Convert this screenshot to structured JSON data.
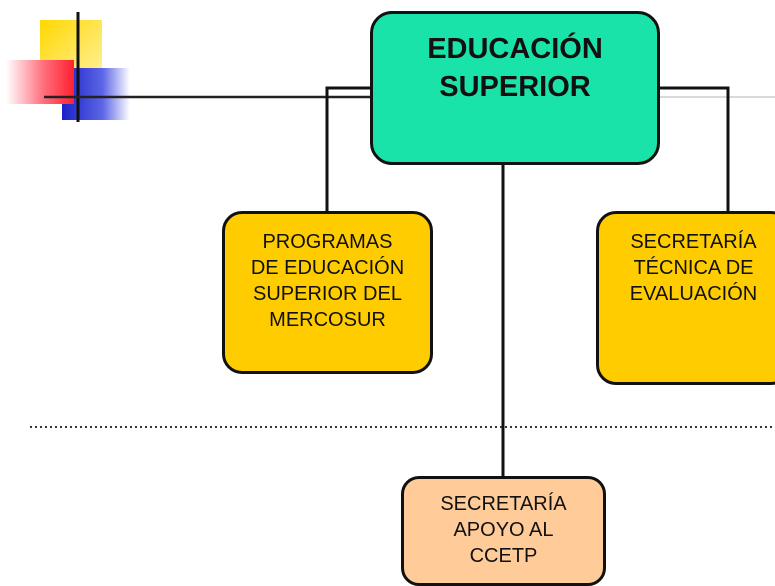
{
  "colors": {
    "top_box": "#19e3a9",
    "side_boxes": "#ffcc00",
    "bottom_box": "#ffcc99",
    "connector": "#111111",
    "logo_yellow": "#ffd700",
    "logo_red": "#ff3040",
    "logo_blue": "#2a35d8"
  },
  "nodes": {
    "top": {
      "label": "EDUCACIÓN\nSUPERIOR"
    },
    "left": {
      "label": "PROGRAMAS\nDE EDUCACIÓN\nSUPERIOR DEL\nMERCOSUR"
    },
    "right": {
      "label": "SECRETARÍA\nTÉCNICA DE\nEVALUACIÓN"
    },
    "bottom": {
      "label": "SECRETARÍA\nAPOYO AL\nCCETP"
    }
  }
}
